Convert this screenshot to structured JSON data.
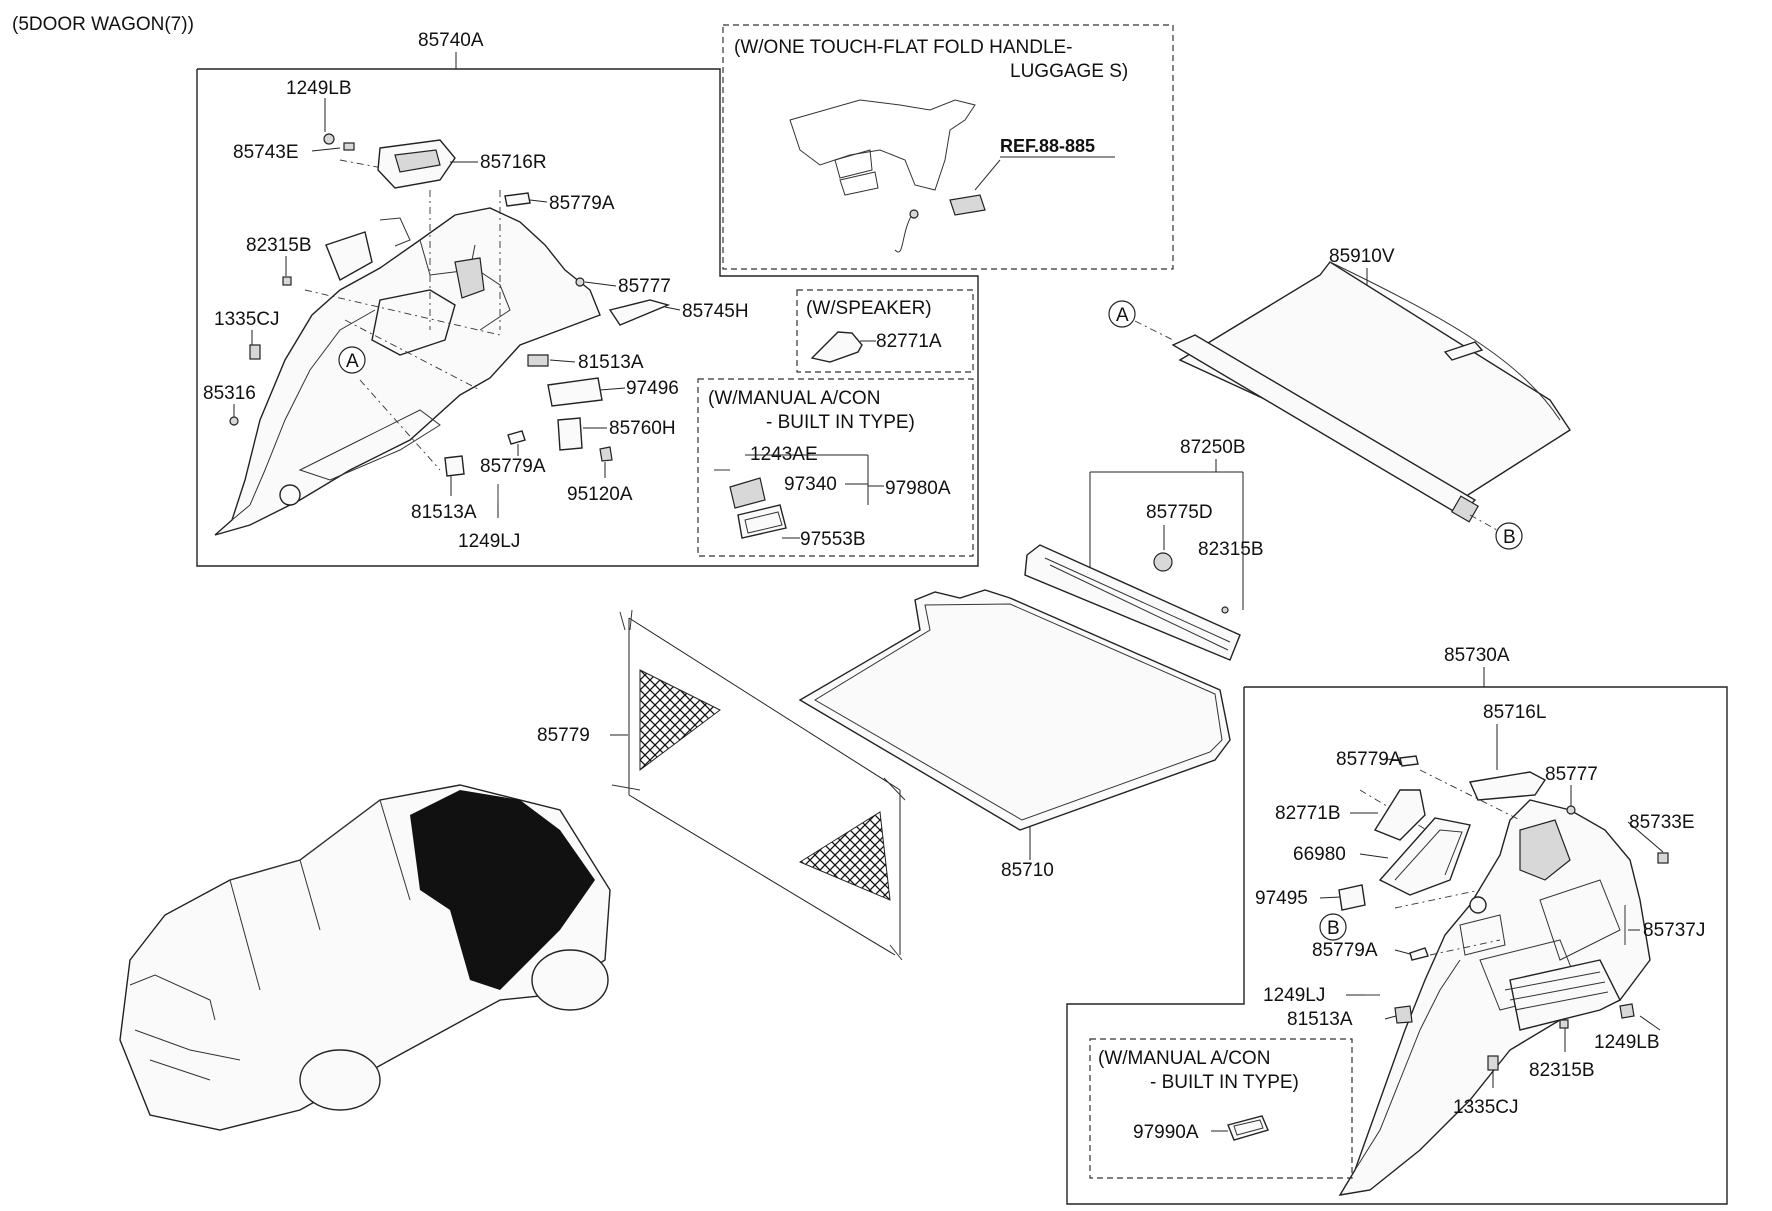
{
  "diagram_title": "(5DOOR WAGON(7))",
  "assemblies": {
    "left_trim": "85740A",
    "right_trim": "85730A",
    "cover": "85910V",
    "sill": "87250B",
    "net": "85779",
    "mat": "85710"
  },
  "notes": {
    "one_touch_line1": "(W/ONE TOUCH-FLAT FOLD HANDLE-",
    "one_touch_line2": "LUGGAGE S)",
    "ref": "REF.88-885",
    "speaker": "(W/SPEAKER)",
    "manual_acon_line1": "(W/MANUAL A/CON",
    "manual_acon_line2": "- BUILT IN TYPE)",
    "manual_acon_r_line1": "(W/MANUAL A/CON",
    "manual_acon_r_line2": "- BUILT IN TYPE)"
  },
  "callouts": {
    "A": "A",
    "B": "B"
  },
  "left_parts": {
    "p1249LB": "1249LB",
    "p85743E": "85743E",
    "p85716R": "85716R",
    "p85779A_top": "85779A",
    "p82315B": "82315B",
    "p85777": "85777",
    "p85745H": "85745H",
    "p1335CJ": "1335CJ",
    "p81513A_top": "81513A",
    "p97496": "97496",
    "p85316": "85316",
    "p85760H": "85760H",
    "p85779A_bot": "85779A",
    "p95120A": "95120A",
    "p81513A_bot": "81513A",
    "p1249LJ": "1249LJ",
    "p82771A": "82771A",
    "p1243AE": "1243AE",
    "p97340": "97340",
    "p97980A": "97980A",
    "p97553B": "97553B"
  },
  "sill_parts": {
    "p85775D": "85775D",
    "p82315B": "82315B"
  },
  "right_parts": {
    "p85716L": "85716L",
    "p85779A_top": "85779A",
    "p85777": "85777",
    "p82771B": "82771B",
    "p85733E": "85733E",
    "p66980": "66980",
    "p97495": "97495",
    "p85737J": "85737J",
    "p85779A_bot": "85779A",
    "p1249LJ": "1249LJ",
    "p81513A": "81513A",
    "p1249LB": "1249LB",
    "p82315B": "82315B",
    "p1335CJ": "1335CJ",
    "p97990A": "97990A"
  }
}
